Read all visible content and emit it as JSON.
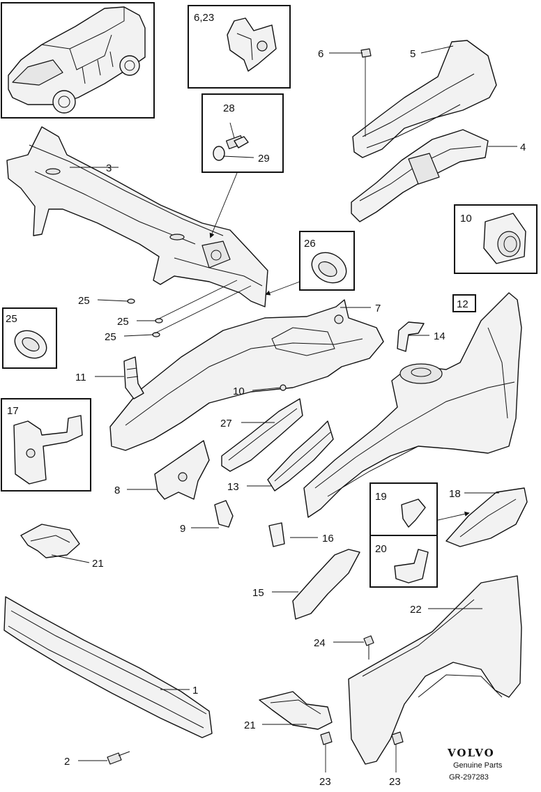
{
  "labels": {
    "l3": "3",
    "l6": "6",
    "l5": "5",
    "l4": "4",
    "l623": "6,23",
    "l28": "28",
    "l29": "29",
    "l10box": "10",
    "l26": "26",
    "l12": "12",
    "l25a": "25",
    "l25b": "25",
    "l25c": "25",
    "l25box": "25",
    "l7": "7",
    "l14": "14",
    "l11": "11",
    "l10": "10",
    "l17": "17",
    "l27": "27",
    "l8": "8",
    "l13": "13",
    "l9": "9",
    "l16": "16",
    "l18": "18",
    "l19": "19",
    "l20": "20",
    "l21a": "21",
    "l15": "15",
    "l22": "22",
    "l1": "1",
    "l24": "24",
    "l21b": "21",
    "l2": "2",
    "l23a": "23",
    "l23b": "23"
  },
  "brand": {
    "name": "VOLVO",
    "subtitle": "Genuine Parts",
    "code": "GR-297283"
  }
}
